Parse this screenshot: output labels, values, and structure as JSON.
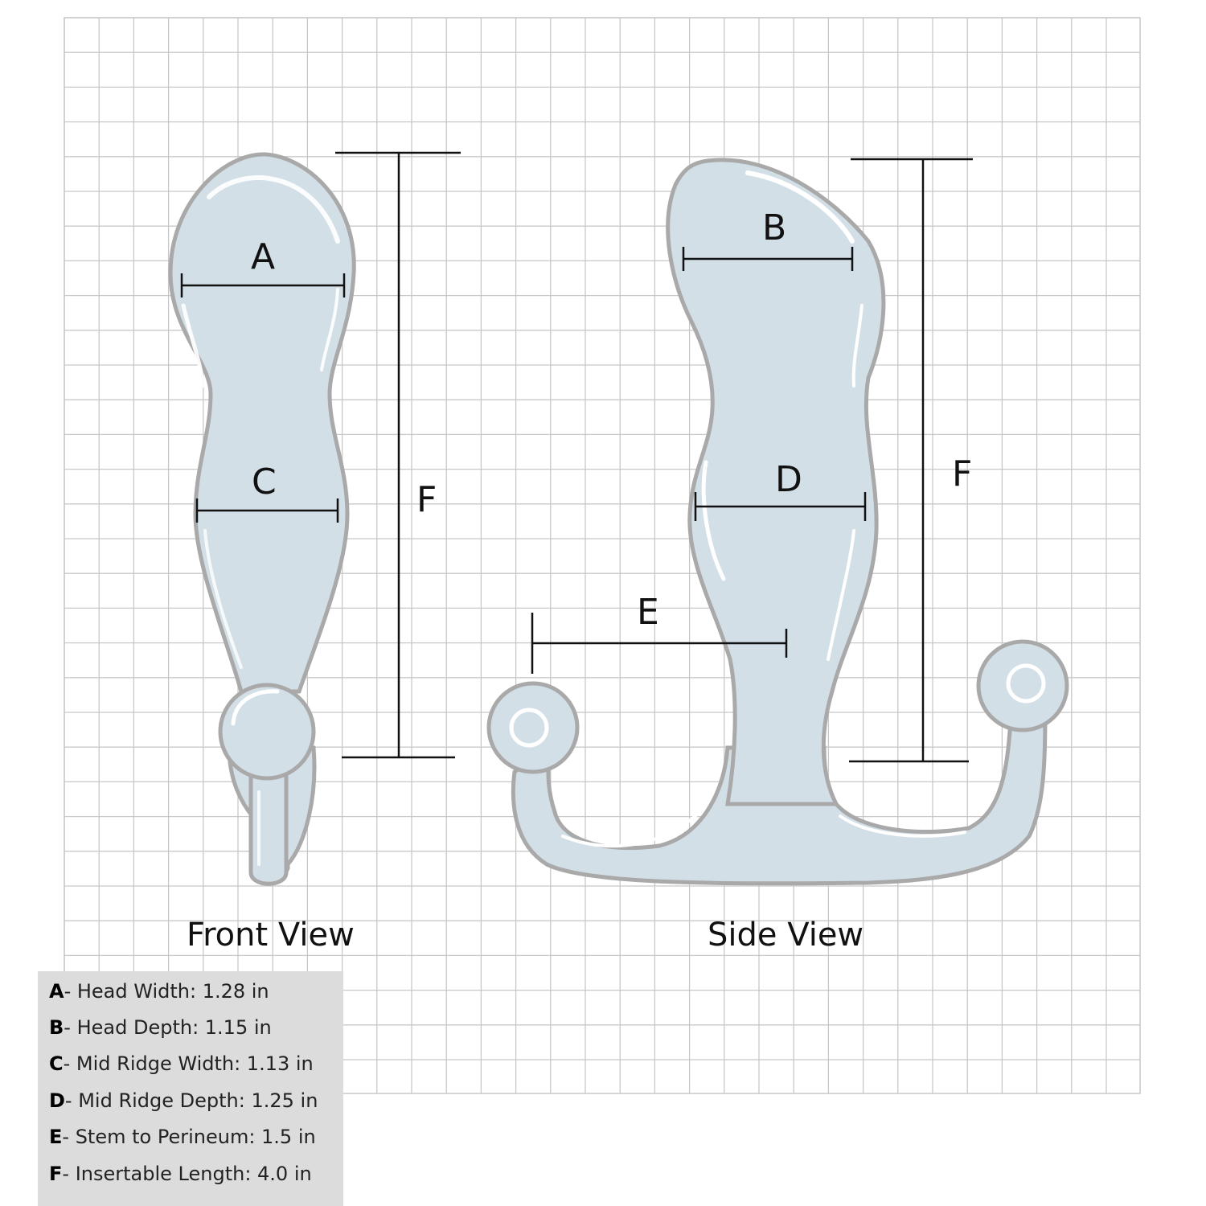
{
  "views": {
    "front": {
      "caption": "Front View"
    },
    "side": {
      "caption": "Side View"
    }
  },
  "dimension_labels": {
    "a": "A",
    "b": "B",
    "c": "C",
    "d": "D",
    "e": "E",
    "f_front": "F",
    "f_side": "F"
  },
  "legend": {
    "items": [
      {
        "key": "A",
        "text": " - Head Width: 1.28 in"
      },
      {
        "key": "B",
        "text": " - Head Depth: 1.15 in"
      },
      {
        "key": "C",
        "text": " - Mid Ridge Width: 1.13 in"
      },
      {
        "key": "D",
        "text": " - Mid Ridge Depth: 1.25 in"
      },
      {
        "key": "E",
        "text": " - Stem to Perineum: 1.5 in"
      },
      {
        "key": "F",
        "text": " - Insertable Length: 4.0 in"
      }
    ]
  },
  "colors": {
    "grid_line": "#c8c8c8",
    "body_fill": "#d3dfe7",
    "body_outline": "#a9a9a9",
    "highlight": "#ffffff",
    "dimension_line": "#111111",
    "legend_background": "#dcdcdc"
  }
}
